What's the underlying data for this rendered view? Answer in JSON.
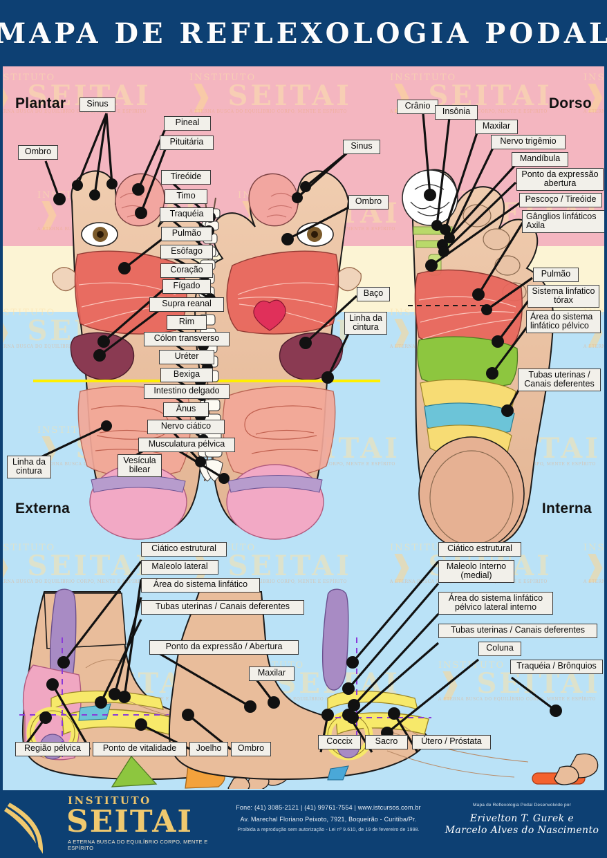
{
  "header": {
    "title": "MAPA DE REFLEXOLOGIA PODAL"
  },
  "watermark": {
    "line1": "INSTITUTO",
    "line2": "SEITAI",
    "tagline": "A ETERNA BUSCA DO EQUILÍBRIO CORPO, MENTE E ESPÍRITO"
  },
  "sections": {
    "plantar": {
      "heading": "Plantar"
    },
    "dorso": {
      "heading": "Dorso"
    },
    "externa": {
      "heading": "Externa"
    },
    "interna": {
      "heading": "Interna"
    }
  },
  "plantar_labels": [
    {
      "id": "sinus-left",
      "text": "Sinus"
    },
    {
      "id": "ombro-left",
      "text": "Ombro"
    },
    {
      "id": "pineal",
      "text": "Pineal"
    },
    {
      "id": "pituitaria",
      "text": "Pituitária"
    },
    {
      "id": "tireoide",
      "text": "Tireóide"
    },
    {
      "id": "timo",
      "text": "Timo"
    },
    {
      "id": "traqueia",
      "text": "Traquéia"
    },
    {
      "id": "pulmao",
      "text": "Pulmão"
    },
    {
      "id": "esofago",
      "text": "Esôfago"
    },
    {
      "id": "coracao",
      "text": "Coração"
    },
    {
      "id": "figado",
      "text": "Fígado"
    },
    {
      "id": "supra-reanal",
      "text": "Supra reanal"
    },
    {
      "id": "rim",
      "text": "Rim"
    },
    {
      "id": "colon-transverso",
      "text": "Cólon transverso"
    },
    {
      "id": "ureter",
      "text": "Uréter"
    },
    {
      "id": "bexiga",
      "text": "Bexiga"
    },
    {
      "id": "intestino-delgado",
      "text": "Intestino delgado"
    },
    {
      "id": "anus",
      "text": "Ânus"
    },
    {
      "id": "nervo-ciatico",
      "text": "Nervo ciático"
    },
    {
      "id": "musculatura-pelvica",
      "text": "Musculatura pélvica"
    },
    {
      "id": "sinus-right",
      "text": "Sinus"
    },
    {
      "id": "ombro-right",
      "text": "Ombro"
    },
    {
      "id": "baco",
      "text": "Baço"
    },
    {
      "id": "linha-cintura-right",
      "text": "Linha da\ncintura"
    },
    {
      "id": "linha-cintura-left",
      "text": "Linha da\ncintura"
    },
    {
      "id": "vesicula-bilear",
      "text": "Vesícula\nbilear"
    }
  ],
  "dorso_labels": [
    {
      "id": "cranio",
      "text": "Crânio"
    },
    {
      "id": "insonia",
      "text": "Insônia"
    },
    {
      "id": "maxilar",
      "text": "Maxilar"
    },
    {
      "id": "nervo-trigemio",
      "text": "Nervo trigêmio"
    },
    {
      "id": "mandibula",
      "text": "Mandíbula"
    },
    {
      "id": "ponto-expressao",
      "text": "Ponto da expressão\nabertura"
    },
    {
      "id": "pescoco-tireoide",
      "text": "Pescoço / Tireóide"
    },
    {
      "id": "ganglios-axila",
      "text": "Gânglios linfáticos\nAxila"
    },
    {
      "id": "pulmao-dorso",
      "text": "Pulmão"
    },
    {
      "id": "sistema-linfatico-torax",
      "text": "Sistema linfatico\ntórax"
    },
    {
      "id": "area-linfatico-pelvico",
      "text": "Área do sistema\nlinfático pélvico"
    },
    {
      "id": "tubas-canais-dorso",
      "text": "Tubas uterinas /\nCanais deferentes"
    }
  ],
  "externa_labels": [
    {
      "id": "ciatico-estrutural-ext",
      "text": "Ciático estrutural"
    },
    {
      "id": "maleolo-lateral",
      "text": "Maleolo lateral"
    },
    {
      "id": "area-sistema-linfatico",
      "text": "Área do sistema linfático"
    },
    {
      "id": "tubas-canais-ext",
      "text": "Tubas uterinas / Canais deferentes"
    },
    {
      "id": "ponto-expressao-abertura",
      "text": "Ponto da expressão / Abertura"
    },
    {
      "id": "maxilar-ext",
      "text": "Maxilar"
    },
    {
      "id": "regiao-pelvica",
      "text": "Região pélvica"
    },
    {
      "id": "ponto-vitalidade",
      "text": "Ponto de vitalidade"
    },
    {
      "id": "joelho",
      "text": "Joelho"
    },
    {
      "id": "ombro-ext",
      "text": "Ombro"
    }
  ],
  "interna_labels": [
    {
      "id": "ciatico-estrutural-int",
      "text": "Ciático estrutural"
    },
    {
      "id": "maleolo-interno",
      "text": "Maleolo Interno\n(medial)"
    },
    {
      "id": "area-linfatico-interno",
      "text": "Área do sistema linfático\npélvico lateral interno"
    },
    {
      "id": "tubas-canais-int",
      "text": "Tubas uterinas / Canais deferentes"
    },
    {
      "id": "coluna",
      "text": "Coluna"
    },
    {
      "id": "traqueia-bronquios",
      "text": "Traquéia / Brônquios"
    },
    {
      "id": "coccix",
      "text": "Coccix"
    },
    {
      "id": "sacro",
      "text": "Sacro"
    },
    {
      "id": "utero-prostata",
      "text": "Útero / Próstata"
    }
  ],
  "footer": {
    "logo_instituto": "INSTITUTO",
    "logo_seitai": "SEITAI",
    "logo_tagline": "A ETERNA BUSCA DO EQUILÍBRIO CORPO, MENTE E ESPÍRITO",
    "contact_phone": "Fone: (41) 3085-2121  |  (41) 99761-7554 | www.istcursos.com.br",
    "contact_address": "Av. Marechal Floriano Peixoto, 7921, Boqueirão - Curitiba/Pr.",
    "contact_legal": "Proibida a reprodução sem autorização - Lei nº 9.610, de 19 de fevereiro de 1998.",
    "credit_intro": "Mapa de Reflexologia Podal Desenvolvido por",
    "credit_name1": "Erivelton T. Gurek e",
    "credit_name2": "Marcelo Alves do Nascimento"
  },
  "colors": {
    "header_blue": "#0d4073",
    "band_pink": "#f4b6c0",
    "band_cream": "#fcf4d4",
    "band_blue": "#bae2f7",
    "logo_gold": "#f0c96f",
    "waistline_yellow": "#ffee00",
    "skin": "#e9bd9b",
    "label_bg": "#f2f0ea"
  }
}
